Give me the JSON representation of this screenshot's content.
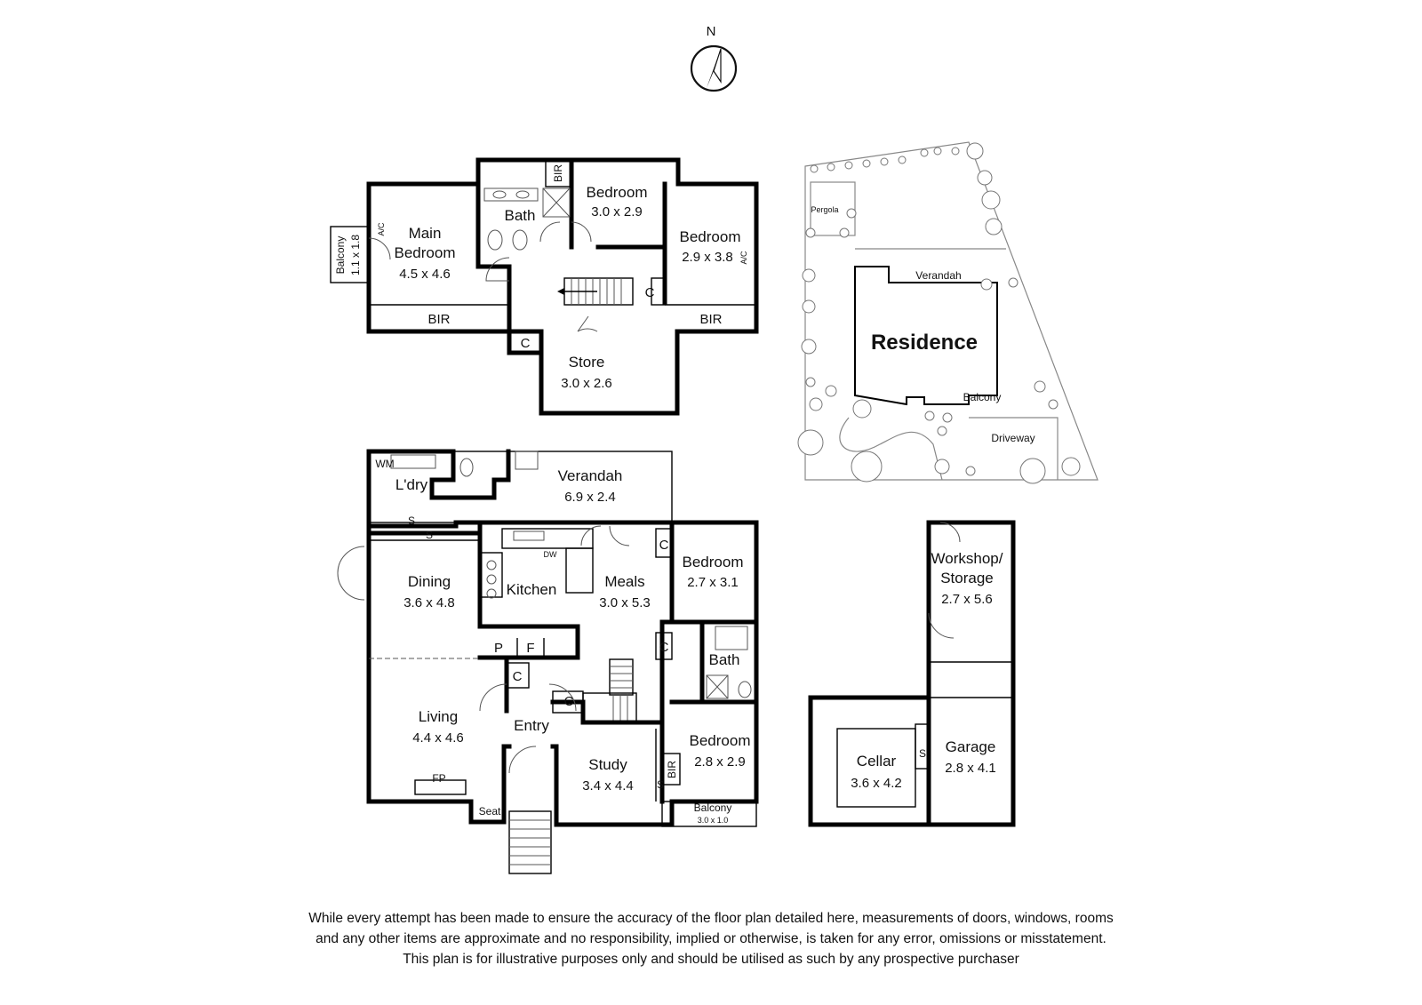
{
  "compass": {
    "label": "N"
  },
  "upper_floor": {
    "main_bedroom": {
      "name_line1": "Main",
      "name_line2": "Bedroom",
      "size": "4.5 x 4.6"
    },
    "balcony": {
      "name": "Balcony",
      "size": "1.1 x 1.8"
    },
    "ac_left": "A/C",
    "bath": {
      "name": "Bath"
    },
    "bir_small": "BIR",
    "bedroom_mid": {
      "name": "Bedroom",
      "size": "3.0 x 2.9"
    },
    "bedroom_right": {
      "name": "Bedroom",
      "size": "2.9 x 3.8"
    },
    "ac_right": "A/C",
    "cupboard_stairs": "C",
    "bir_left": "BIR",
    "bir_right": "BIR",
    "cupboard_store": "C",
    "store": {
      "name": "Store",
      "size": "3.0 x 2.6"
    }
  },
  "lower_floor": {
    "wm": "WM",
    "laundry": {
      "name": "L'dry"
    },
    "verandah": {
      "name": "Verandah",
      "size": "6.9 x 2.4"
    },
    "sliding_1": "S",
    "sliding_2": "S",
    "dw": "DW",
    "dining": {
      "name": "Dining",
      "size": "3.6 x 4.8"
    },
    "kitchen": {
      "name": "Kitchen"
    },
    "meals": {
      "name": "Meals",
      "size": "3.0 x 5.3"
    },
    "bedroom_top": {
      "name": "Bedroom",
      "size": "2.7 x 3.1"
    },
    "cupboard_bed": "C",
    "cupboard_meals": "C",
    "pantry": "P",
    "fridge": "F",
    "bath": {
      "name": "Bath"
    },
    "cupboard_entry": "C",
    "cupboard_study": "C",
    "entry": {
      "name": "Entry"
    },
    "living": {
      "name": "Living",
      "size": "4.4 x 4.6"
    },
    "fp": "FP",
    "seat": "Seat",
    "study": {
      "name": "Study",
      "size": "3.4 x 4.4"
    },
    "study_s": "S",
    "bir": "BIR",
    "bedroom_bottom": {
      "name": "Bedroom",
      "size": "2.8 x 2.9"
    },
    "balcony": {
      "name": "Balcony",
      "size": "3.0 x 1.0"
    }
  },
  "site_plan": {
    "pergola": "Pergola",
    "verandah": "Verandah",
    "residence": "Residence",
    "balcony": "Balcony",
    "driveway": "Driveway"
  },
  "outbuildings": {
    "workshop": {
      "name_line1": "Workshop/",
      "name_line2": "Storage",
      "size": "2.7 x 5.6"
    },
    "cellar": {
      "name": "Cellar",
      "size": "3.6 x 4.2"
    },
    "cellar_s": "S",
    "garage": {
      "name": "Garage",
      "size": "2.8 x 4.1"
    }
  },
  "disclaimer": {
    "line1": "While every attempt has been made to ensure the accuracy of the floor plan detailed here, measurements of doors, windows, rooms",
    "line2": "and any other items are approximate and no responsibility, implied or otherwise, is taken for any error, omissions or misstatement.",
    "line3": "This plan is for illustrative purposes only and should be utilised as such by any prospective purchaser"
  }
}
